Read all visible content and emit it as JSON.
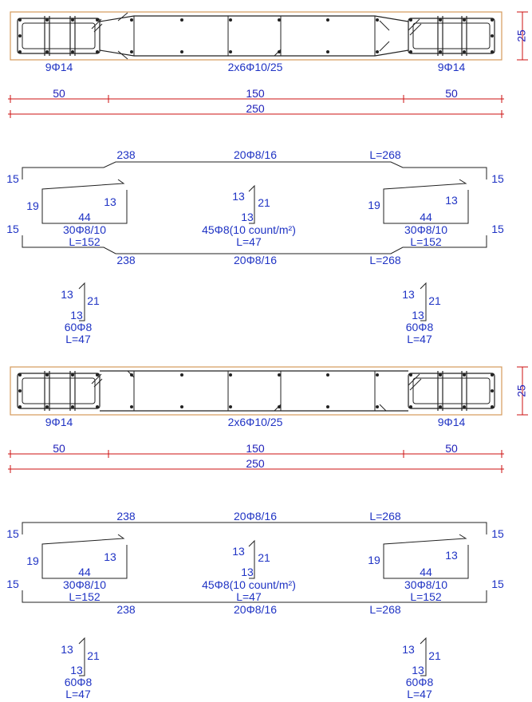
{
  "sections": [
    {
      "plan": {
        "height_dim": "25",
        "left_label": "9Φ14",
        "middle_label": "2x6Φ10/25",
        "right_label": "9Φ14"
      },
      "dims": {
        "left": "50",
        "middle": "150",
        "right": "50",
        "total": "250"
      },
      "bar": {
        "top_left": "238",
        "top_mid": "20Φ8/16",
        "top_right": "L=268",
        "bot_left": "238",
        "bot_mid": "20Φ8/16",
        "bot_right": "L=268",
        "side_left_top": "15",
        "side_left_bot": "15",
        "side_right_top": "15",
        "side_right_bot": "15"
      },
      "stirrup_left": {
        "a": "13",
        "h": "19",
        "w": "44",
        "n": "30Φ8/10",
        "L": "L=152"
      },
      "stirrup_right": {
        "a": "13",
        "h": "19",
        "w": "44",
        "n": "30Φ8/10",
        "L": "L=152"
      },
      "hook_mid": {
        "t": "13",
        "h": "21",
        "b": "13",
        "n": "45Φ8(10 count/m²)",
        "L": "L=47"
      },
      "hook_left": {
        "t": "13",
        "h": "21",
        "b": "13",
        "n": "60Φ8",
        "L": "L=47"
      },
      "hook_right": {
        "t": "13",
        "h": "21",
        "b": "13",
        "n": "60Φ8",
        "L": "L=47"
      }
    },
    {
      "plan": {
        "height_dim": "25",
        "left_label": "9Φ14",
        "middle_label": "2x6Φ10/25",
        "right_label": "9Φ14"
      },
      "dims": {
        "left": "50",
        "middle": "150",
        "right": "50",
        "total": "250"
      },
      "bar": {
        "top_left": "238",
        "top_mid": "20Φ8/16",
        "top_right": "L=268",
        "bot_left": "238",
        "bot_mid": "20Φ8/16",
        "bot_right": "L=268",
        "side_left_top": "15",
        "side_left_bot": "15",
        "side_right_top": "15",
        "side_right_bot": "15"
      },
      "stirrup_left": {
        "a": "13",
        "h": "19",
        "w": "44",
        "n": "30Φ8/10",
        "L": "L=152"
      },
      "stirrup_right": {
        "a": "13",
        "h": "19",
        "w": "44",
        "n": "30Φ8/10",
        "L": "L=152"
      },
      "hook_mid": {
        "t": "13",
        "h": "21",
        "b": "13",
        "n": "45Φ8(10 count/m²)",
        "L": "L=47"
      },
      "hook_left": {
        "t": "13",
        "h": "21",
        "b": "13",
        "n": "60Φ8",
        "L": "L=47"
      },
      "hook_right": {
        "t": "13",
        "h": "21",
        "b": "13",
        "n": "60Φ8",
        "L": "L=47"
      }
    }
  ]
}
